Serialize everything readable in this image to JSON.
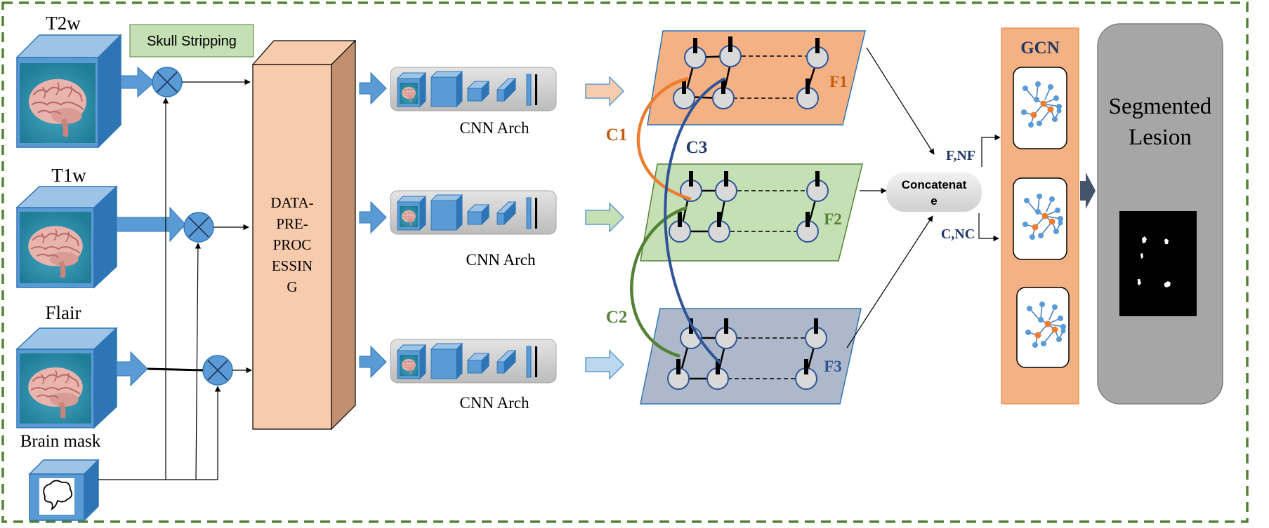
{
  "inputs": {
    "t2w": "T2w",
    "t1w": "T1w",
    "flair": "Flair",
    "brain_mask": "Brain mask"
  },
  "skull_stripping": "Skull Stripping",
  "preprocessing": {
    "lines": [
      "DATA-",
      "PRE-",
      "PROC",
      "ESSIN",
      "G"
    ]
  },
  "cnn": [
    "CNN Arch",
    "CNN Arch",
    "CNN Arch"
  ],
  "features": {
    "f1": "F1",
    "f2": "F2",
    "f3": "F3"
  },
  "connections": {
    "c1": "C1",
    "c2": "C2",
    "c3": "C3"
  },
  "concat": {
    "line1": "Concatenat",
    "line2": "e"
  },
  "edge_labels": {
    "f_nf": "F,NF",
    "c_nc": "C,NC"
  },
  "gcn": "GCN",
  "output": {
    "line1": "Segmented",
    "line2": "Lesion"
  },
  "colors": {
    "border_green": "#548235",
    "box_blue": "#5b9bd5",
    "box_blue_dark": "#2e75b6",
    "box_blue_top": "#9dc3e6",
    "skull_green": "#c5e0b4",
    "preproc_front": "#f8cbad",
    "preproc_side": "#c09070",
    "f1_fill": "#f4b183",
    "f2_fill": "#c5e0b4",
    "f3_fill": "#adb9ca",
    "c1_color": "#ed7d31",
    "c2_color": "#548235",
    "c3_color": "#2f5597",
    "gcn_fill": "#f4b183",
    "output_gray": "#a6a6a6",
    "label_brown": "#c55a11",
    "label_green": "#548235",
    "label_navy": "#203864"
  },
  "icons": [
    "brain-image-icon",
    "brain-outline-icon",
    "multiply-operator-icon",
    "graph-network-icon",
    "arrow-icon"
  ]
}
